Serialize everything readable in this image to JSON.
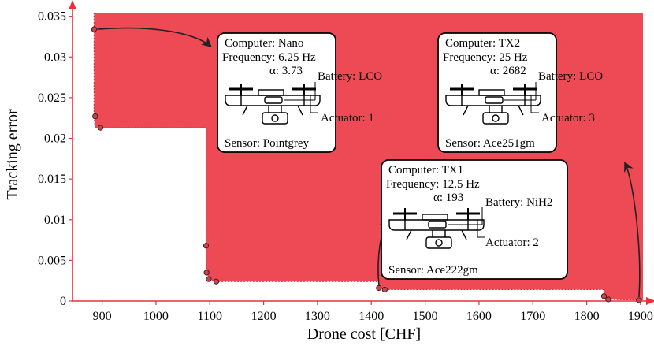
{
  "chart_data": {
    "type": "area",
    "title": "",
    "xlabel": "Drone cost [CHF]",
    "ylabel": "Tracking error",
    "xlim": [
      845,
      1925
    ],
    "ylim": [
      0,
      0.037
    ],
    "x_ticks": [
      900,
      1000,
      1100,
      1200,
      1300,
      1400,
      1500,
      1600,
      1700,
      1800,
      1900
    ],
    "y_ticks": [
      0,
      0.005,
      0.01,
      0.015,
      0.02,
      0.025,
      0.03,
      0.035
    ],
    "y_tick_labels": [
      "0",
      "0.005",
      "0.01",
      "0.015",
      "0.02",
      "0.025",
      "0.03",
      "0.035"
    ],
    "fill_color": "#ee4a55",
    "point_color": "#c9434d",
    "arrow_color": "#222222",
    "axis_color": "#ee2e3b",
    "pareto_points": [
      {
        "x": 885,
        "y": 0.0334
      },
      {
        "x": 887,
        "y": 0.0227
      },
      {
        "x": 897,
        "y": 0.0213
      },
      {
        "x": 1093,
        "y": 0.0068
      },
      {
        "x": 1094,
        "y": 0.0035
      },
      {
        "x": 1098,
        "y": 0.0027
      },
      {
        "x": 1112,
        "y": 0.0024
      },
      {
        "x": 1414,
        "y": 0.0016
      },
      {
        "x": 1425,
        "y": 0.0014
      },
      {
        "x": 1832,
        "y": 0.0006
      },
      {
        "x": 1840,
        "y": 0.0002
      },
      {
        "x": 1897,
        "y": 0.0001
      }
    ],
    "frontier": [
      {
        "x": 885,
        "y": 0.0334
      },
      {
        "x": 885,
        "y": 0.0227
      },
      {
        "x": 887,
        "y": 0.0213
      },
      {
        "x": 1093,
        "y": 0.0213
      },
      {
        "x": 1093,
        "y": 0.0068
      },
      {
        "x": 1094,
        "y": 0.0035
      },
      {
        "x": 1098,
        "y": 0.0027
      },
      {
        "x": 1112,
        "y": 0.0024
      },
      {
        "x": 1414,
        "y": 0.0024
      },
      {
        "x": 1414,
        "y": 0.0016
      },
      {
        "x": 1425,
        "y": 0.0014
      },
      {
        "x": 1832,
        "y": 0.0014
      },
      {
        "x": 1832,
        "y": 0.0006
      },
      {
        "x": 1840,
        "y": 0.0002
      },
      {
        "x": 1897,
        "y": 0.0001
      }
    ],
    "configurations": [
      {
        "id": "nano",
        "computer": "Computer: Nano",
        "frequency": "Frequency: 6.25 Hz",
        "alpha": "α: 3.73",
        "battery": "Battery: LCO",
        "actuator": "Actuator: 1",
        "sensor": "Sensor: Pointgrey",
        "point": {
          "x": 885,
          "y": 0.0334
        }
      },
      {
        "id": "tx2",
        "computer": "Computer: TX2",
        "frequency": "Frequency: 25 Hz",
        "alpha": "α: 2682",
        "battery": "Battery: LCO",
        "actuator": "Actuator: 3",
        "sensor": "Sensor: Ace251gm",
        "point": {
          "x": 1897,
          "y": 0.0001
        }
      },
      {
        "id": "tx1",
        "computer": "Computer: TX1",
        "frequency": "Frequency: 12.5 Hz",
        "alpha": "α: 193",
        "battery": "Battery: NiH2",
        "actuator": "Actuator: 2",
        "sensor": "Sensor: Ace222gm",
        "point": {
          "x": 1414,
          "y": 0.0016
        }
      }
    ]
  }
}
